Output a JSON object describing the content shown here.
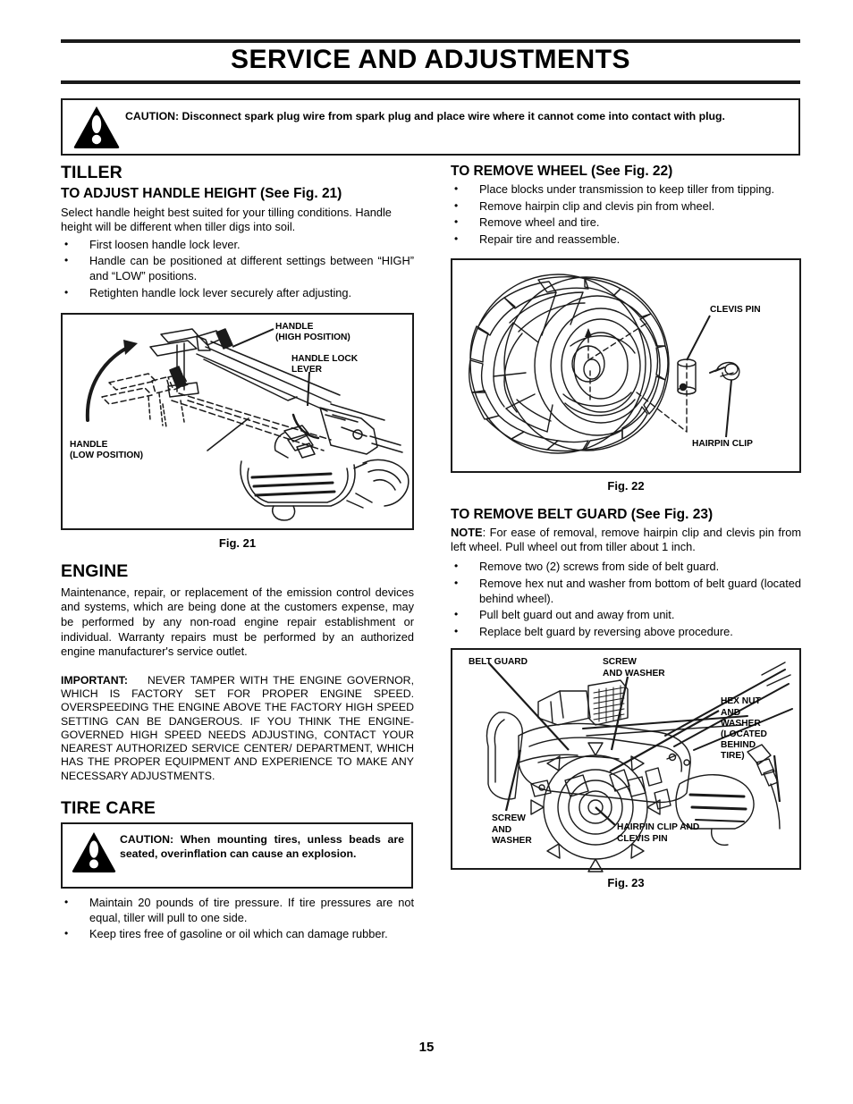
{
  "header": {
    "title": "SERVICE  AND ADJUSTMENTS"
  },
  "caution_banner": {
    "icon": "warning-triangle-icon",
    "text": "CAUTION:  Disconnect spark plug wire from spark plug and place wire where it cannot come into contact with plug."
  },
  "left_column": {
    "tiller_heading": "TILLER",
    "handle_height": {
      "heading": "TO ADJUST HANDLE HEIGHT (See Fig. 21)",
      "intro": "Select handle height best suited for your tilling conditions. Handle height will be different when tiller digs into soil.",
      "bullets": [
        "First loosen handle lock lever.",
        "Handle can be positioned at different settings between “HIGH” and “LOW” positions.",
        "Retighten handle lock lever securely after adjusting."
      ]
    },
    "fig21": {
      "caption": "Fig. 21",
      "labels": [
        "HANDLE\n(HIGH POSITION)",
        "HANDLE LOCK\nLEVER",
        "HANDLE\n(LOW POSITION)"
      ]
    },
    "engine": {
      "heading": "ENGINE",
      "body": "Maintenance, repair, or replacement of the emission control devices and systems, which are being done at the customers expense, may be performed by any non-road engine repair establishment or individual.  Warranty repairs must be performed by an authorized engine manufacturer's service outlet.",
      "important_label": "IMPORTANT:",
      "important_body": "NEVER TAMPER WITH THE ENGINE GOVERNOR, WHICH IS FACTORY SET FOR PROPER ENGINE SPEED. OVERSPEEDING THE ENGINE ABOVE THE FACTORY HIGH SPEED SETTING CAN BE DANGEROUS.  IF YOU THINK THE ENGINE-GOVERNED HIGH SPEED NEEDS ADJUSTING, CONTACT YOUR NEAREST AUTHORIZED SERVICE CENTER/ DEPARTMENT, WHICH HAS THE PROPER EQUIPMENT AND EXPERIENCE TO MAKE ANY NECESSARY ADJUSTMENTS."
    },
    "tire_care": {
      "heading": "TIRE CARE",
      "caution_icon": "warning-triangle-icon",
      "caution_text": "CAUTION:  When mounting tires, unless beads are seated, overinflation can cause an explosion.",
      "bullets": [
        "Maintain 20 pounds of tire pressure.  If tire pressures are not equal, tiller will pull to one side.",
        "Keep tires free of gasoline or oil which can damage rubber."
      ]
    }
  },
  "right_column": {
    "remove_wheel": {
      "heading": "TO REMOVE WHEEL (See Fig. 22)",
      "bullets": [
        "Place blocks under transmission to keep tiller from tipping.",
        "Remove hairpin clip and clevis pin from wheel.",
        "Remove wheel and tire.",
        "Repair tire and reassemble."
      ]
    },
    "fig22": {
      "caption": "Fig. 22",
      "labels": [
        "CLEVIS PIN",
        "HAIRPIN CLIP"
      ]
    },
    "remove_belt_guard": {
      "heading": "TO REMOVE BELT GUARD (See Fig. 23)",
      "note_label": "NOTE",
      "note_body": ":  For ease of removal, remove hairpin clip and clevis  pin from left wheel.  Pull wheel out from tiller about 1 inch.",
      "bullets": [
        "Remove two (2) screws from side of belt guard.",
        "Remove hex nut and washer from bottom of belt guard (located behind wheel).",
        "Pull belt guard out and away from unit.",
        "Replace belt guard by reversing above procedure."
      ]
    },
    "fig23": {
      "caption": "Fig. 23",
      "labels": [
        "BELT GUARD",
        "SCREW\nAND WASHER",
        "HEX NUT\nAND\nWASHER\n(LOCATED\nBEHIND\nTIRE)",
        "SCREW\nAND\nWASHER",
        "HAIRPIN CLIP AND\nCLEVIS PIN"
      ]
    }
  },
  "footer": {
    "page_number": "15"
  },
  "colors": {
    "ink": "#1a1a1a",
    "paper": "#ffffff"
  }
}
